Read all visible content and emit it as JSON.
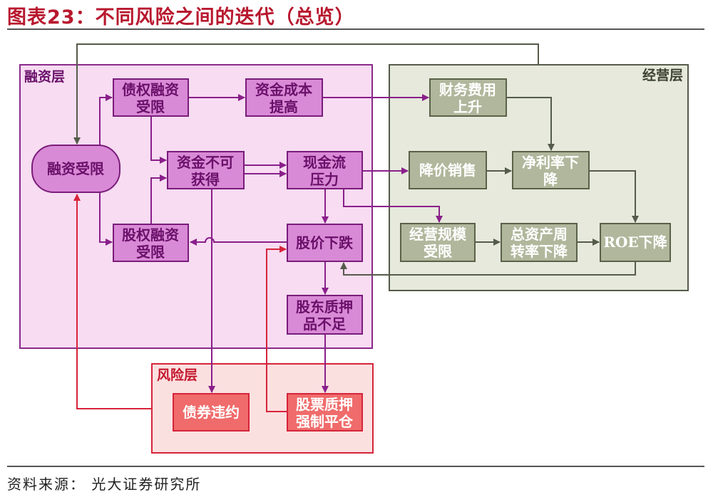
{
  "header": {
    "title": "图表23：不同风险之间的迭代（总览）"
  },
  "footer": {
    "source": "资料来源：  光大证券研究所"
  },
  "regions": {
    "financing": "融资层",
    "operating": "经营层",
    "risk": "风险层"
  },
  "nodes": {
    "financing_limited": "融资受限",
    "debt_financing": [
      "债权融资",
      "受限"
    ],
    "capital_cost": [
      "资金成本",
      "提高"
    ],
    "funds_unavailable": [
      "资金不可",
      "获得"
    ],
    "cashflow_pressure": [
      "现金流",
      "压力"
    ],
    "equity_financing": [
      "股权融资",
      "受限"
    ],
    "stock_price_drop": "股价下跌",
    "pledge_insufficient": [
      "股东质押",
      "品不足"
    ],
    "financial_cost_up": [
      "财务费用",
      "上升"
    ],
    "price_cut_sales": "降价销售",
    "net_margin_down": [
      "净利率下",
      "降"
    ],
    "scale_limited": [
      "经营规模",
      "受限"
    ],
    "turnover_down": [
      "总资产周",
      "转率下降"
    ],
    "roe_down": "ROE下降",
    "bond_default": "债券违约",
    "forced_liquidation": [
      "股票质押",
      "强制平仓"
    ]
  },
  "colors": {
    "title": "#b8182e",
    "financing_bg": "#f7dcf2",
    "financing_border": "#8a2a8a",
    "node_purple": "#d98ad6",
    "node_purple_border": "#7a1c7a",
    "text_purple": "#6a106a",
    "operating_bg": "#e6e9dc",
    "operating_border": "#555b4a",
    "node_green": "#b1b79c",
    "node_green_border": "#5b6148",
    "text_green": "#ffffff",
    "risk_bg": "#fbe0e0",
    "risk_border": "#d6243a",
    "node_red": "#f06b6b",
    "text_red": "#ffffff",
    "arrow_purple": "#8a1f8a",
    "arrow_green": "#555b4a",
    "arrow_red": "#d6243a"
  }
}
